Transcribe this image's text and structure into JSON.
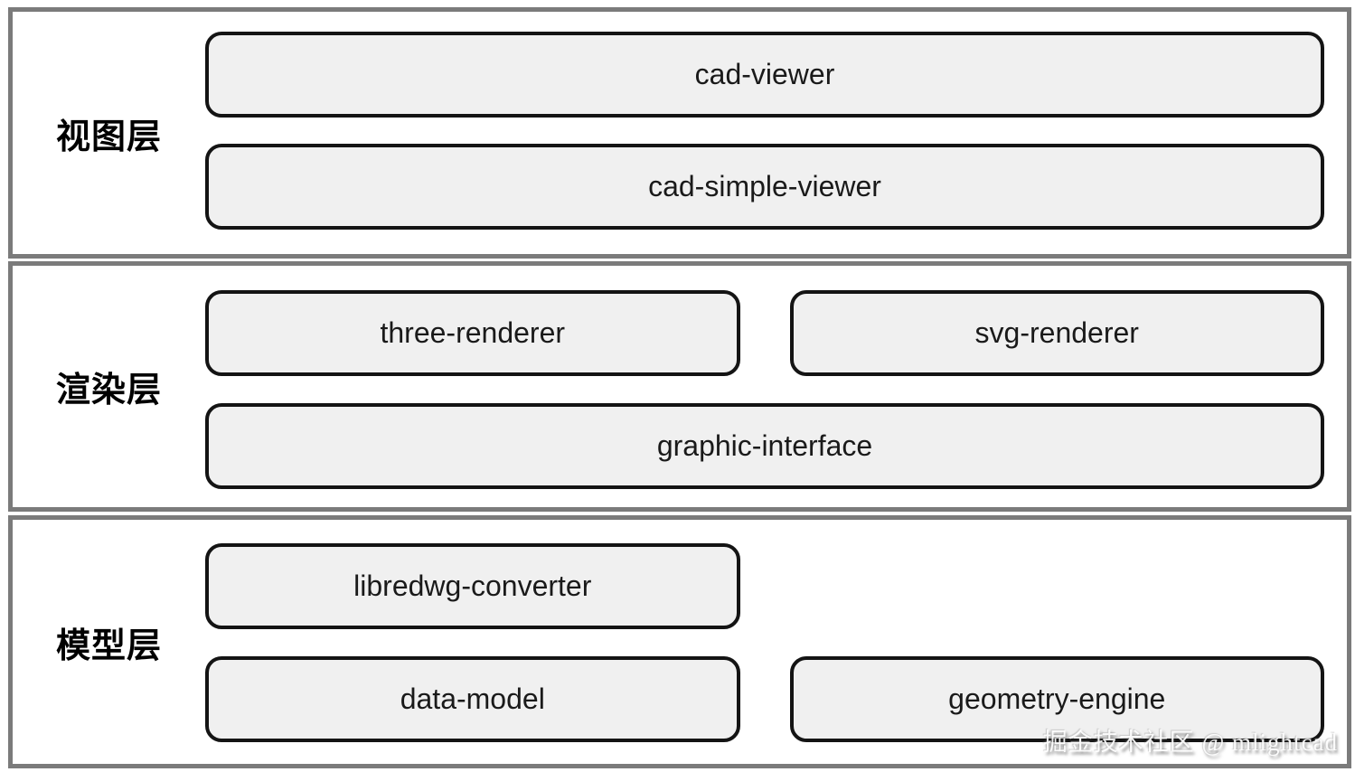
{
  "diagram": {
    "layers": [
      {
        "label": "视图层",
        "rows": [
          {
            "boxes": [
              {
                "label": "cad-viewer"
              }
            ]
          },
          {
            "boxes": [
              {
                "label": "cad-simple-viewer"
              }
            ]
          }
        ]
      },
      {
        "label": "渲染层",
        "rows": [
          {
            "boxes": [
              {
                "label": "three-renderer"
              },
              {
                "label": "svg-renderer"
              }
            ]
          },
          {
            "boxes": [
              {
                "label": "graphic-interface"
              }
            ]
          }
        ]
      },
      {
        "label": "模型层",
        "rows": [
          {
            "boxes": [
              {
                "label": "libredwg-converter"
              }
            ]
          },
          {
            "boxes": [
              {
                "label": "data-model"
              },
              {
                "label": "geometry-engine"
              }
            ]
          }
        ]
      }
    ]
  },
  "watermark": {
    "text": "掘金技术社区 @ mlightcad"
  },
  "colors": {
    "background": "#ffffff",
    "section_border": "#7b7b7b",
    "box_border": "#141414",
    "box_fill": "#f0f0f0",
    "box_text": "#1a1a1a",
    "label_text": "#000000"
  }
}
